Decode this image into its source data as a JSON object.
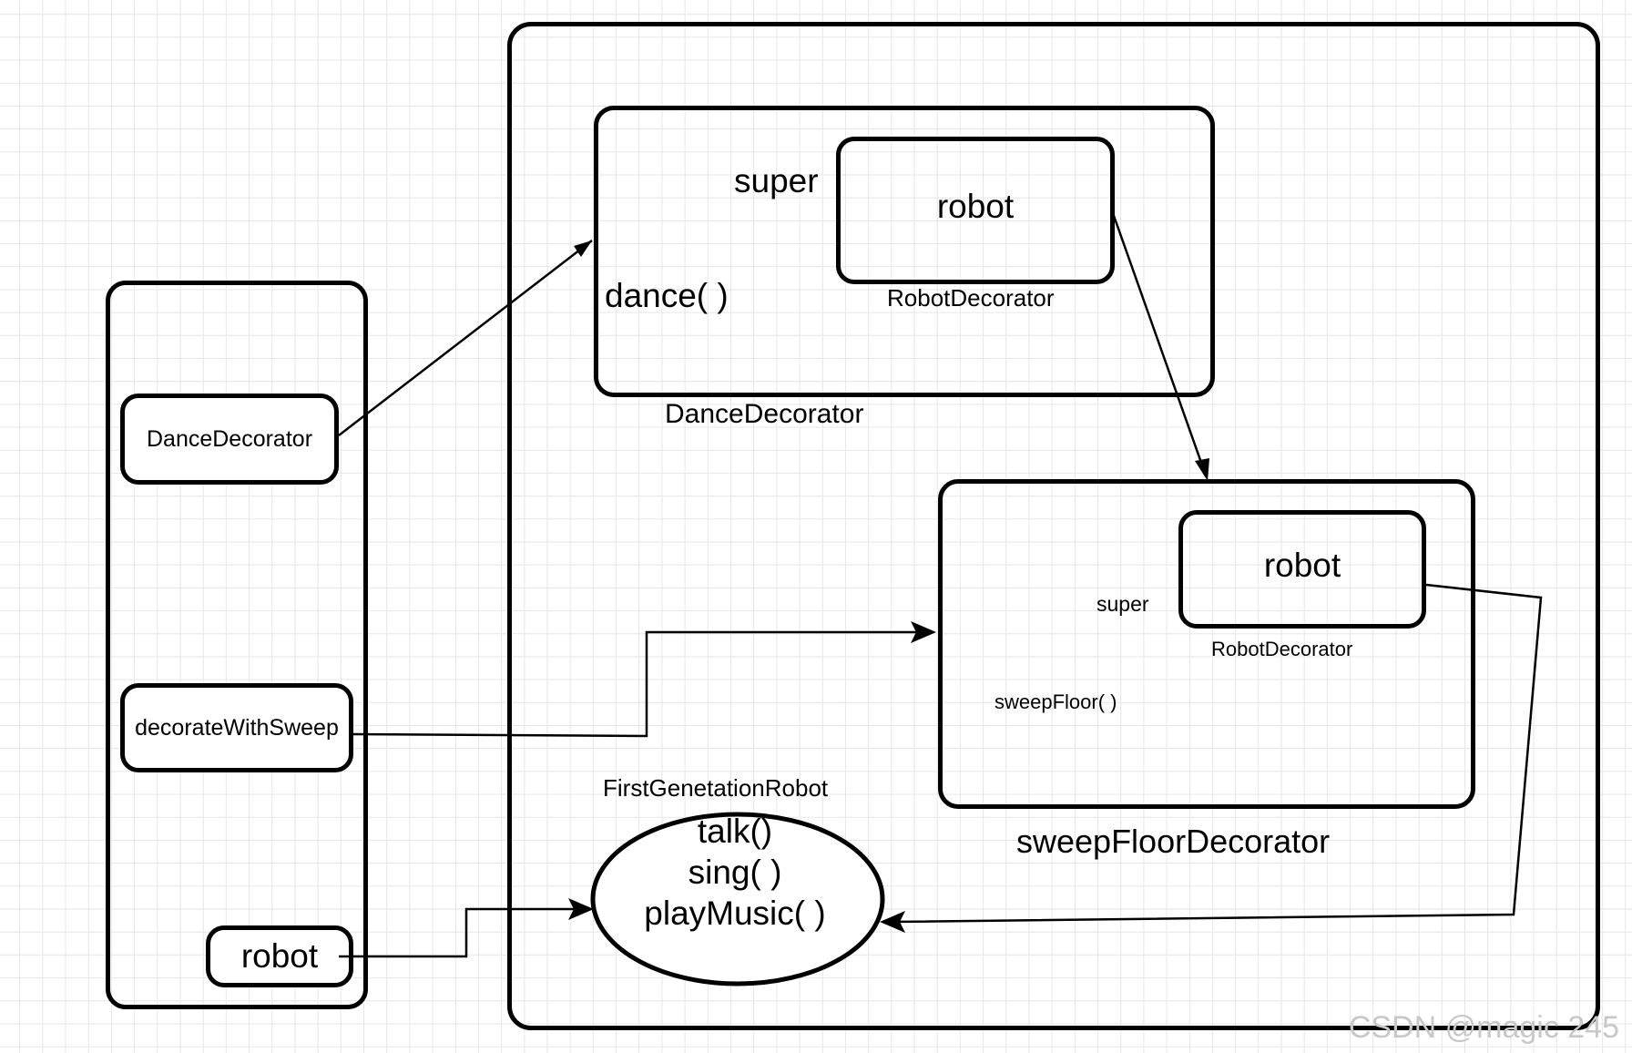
{
  "client": {
    "dance_decorator_label": "DanceDecorator",
    "decorate_with_sweep_label": "decorateWithSweep",
    "robot_label": "robot"
  },
  "dance_decorator": {
    "super_label": "super",
    "inner_robot_label": "robot",
    "inner_robot_caption": "RobotDecorator",
    "method_label": "dance( )",
    "caption": "DanceDecorator"
  },
  "sweep_decorator": {
    "super_label": "super",
    "inner_robot_label": "robot",
    "inner_robot_caption": "RobotDecorator",
    "method_label": "sweepFloor( )",
    "caption": "sweepFloorDecorator"
  },
  "first_generation_robot": {
    "caption": "FirstGenetationRobot",
    "methods": [
      "talk()",
      "sing( )",
      "playMusic( )"
    ]
  },
  "watermark": "CSDN @magic 245",
  "colors": {
    "stroke": "#000000",
    "grid": "#e6e6e6",
    "background": "#ffffff",
    "watermark": "#c8c8c8"
  }
}
